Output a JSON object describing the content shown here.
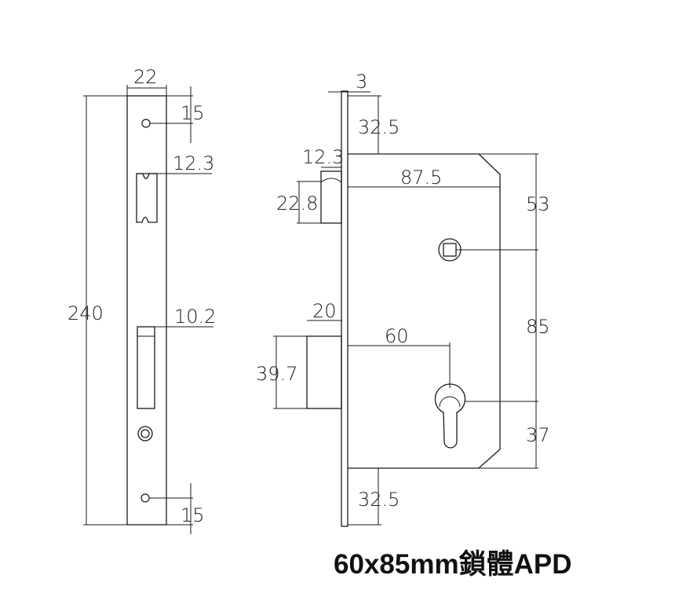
{
  "caption": "60x85mm鎖體APD",
  "faceplate_view": {
    "width": "22",
    "top_hole_offset": "15",
    "latch_width": "12.3",
    "total_length": "240",
    "deadbolt_width": "10.2",
    "bottom_hole_offset": "15"
  },
  "side_view": {
    "plate_thickness": "3",
    "top_offset": "32.5",
    "latch_projection": "12.3",
    "case_depth": "87.5",
    "latch_height": "22.8",
    "bolt_projection": "20",
    "backset": "60",
    "bolt_height": "39.7",
    "spindle_from_top": "53",
    "center_distance": "85",
    "cylinder_to_bottom": "37",
    "bottom_offset": "32.5"
  },
  "colors": {
    "line": "#1a1a1a",
    "text": "#222222"
  }
}
